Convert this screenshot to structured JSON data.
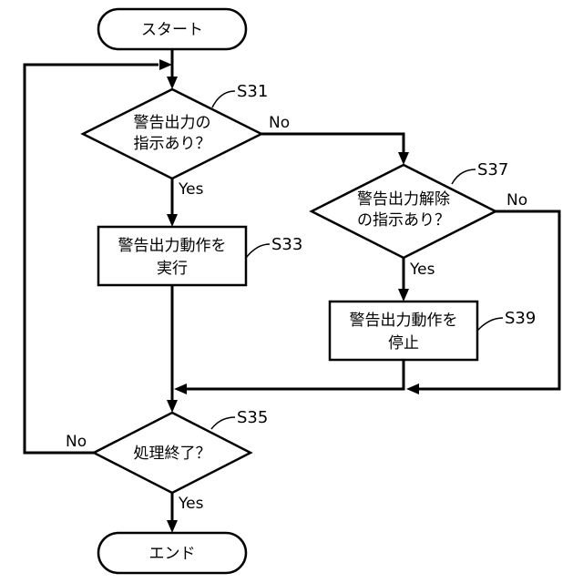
{
  "nodes": {
    "start": {
      "text": "スタート"
    },
    "s31": {
      "step": "S31",
      "lines": [
        "警告出力の",
        "指示あり？"
      ]
    },
    "s33": {
      "step": "S33",
      "lines": [
        "警告出力動作を",
        "実行"
      ]
    },
    "s35": {
      "step": "S35",
      "text": "処理終了？"
    },
    "s37": {
      "step": "S37",
      "lines": [
        "警告出力解除",
        "の指示あり？"
      ]
    },
    "s39": {
      "step": "S39",
      "lines": [
        "警告出力動作を",
        "停止"
      ]
    },
    "end": {
      "text": "エンド"
    }
  },
  "branches": {
    "s31_yes": "Yes",
    "s31_no": "No",
    "s37_yes": "Yes",
    "s37_no": "No",
    "s35_yes": "Yes",
    "s35_no": "No"
  }
}
